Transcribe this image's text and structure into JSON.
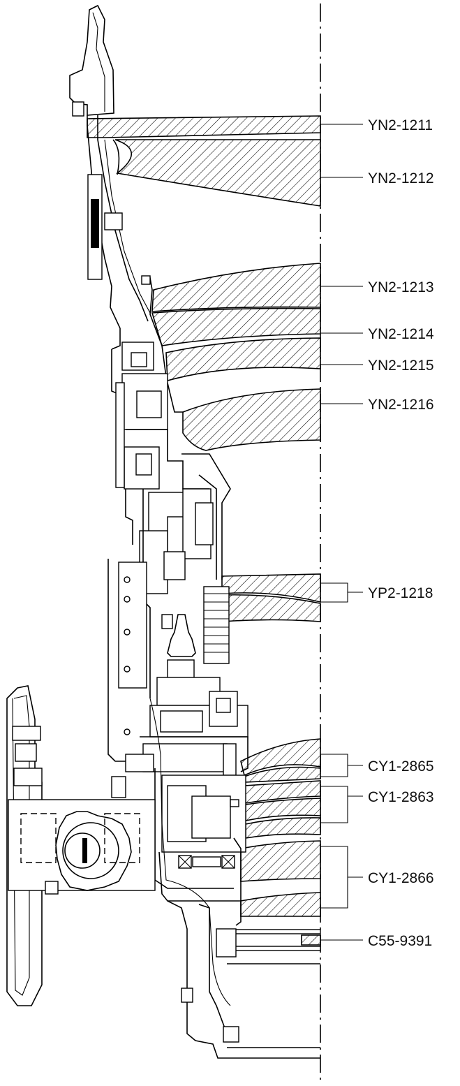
{
  "callouts": [
    {
      "label": "YN2-1211"
    },
    {
      "label": "YN2-1212"
    },
    {
      "label": "YN2-1213"
    },
    {
      "label": "YN2-1214"
    },
    {
      "label": "YN2-1215"
    },
    {
      "label": "YN2-1216"
    },
    {
      "label": "YP2-1218"
    },
    {
      "label": "CY1-2865"
    },
    {
      "label": "CY1-2863"
    },
    {
      "label": "CY1-2866"
    },
    {
      "label": "C55-9391"
    }
  ]
}
